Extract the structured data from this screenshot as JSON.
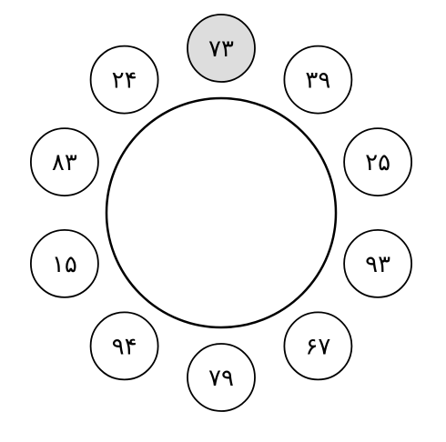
{
  "colors": {
    "background": "#ffffff",
    "stroke": "#000000",
    "highlight_fill": "#dddddd"
  },
  "ring": {
    "items": [
      {
        "label": "۷۳",
        "highlighted": true
      },
      {
        "label": "۳۹",
        "highlighted": false
      },
      {
        "label": "۲۵",
        "highlighted": false
      },
      {
        "label": "۹۳",
        "highlighted": false
      },
      {
        "label": "۶۷",
        "highlighted": false
      },
      {
        "label": "۷۹",
        "highlighted": false
      },
      {
        "label": "۹۴",
        "highlighted": false
      },
      {
        "label": "۱۵",
        "highlighted": false
      },
      {
        "label": "۸۳",
        "highlighted": false
      },
      {
        "label": "۲۴",
        "highlighted": false
      }
    ]
  }
}
